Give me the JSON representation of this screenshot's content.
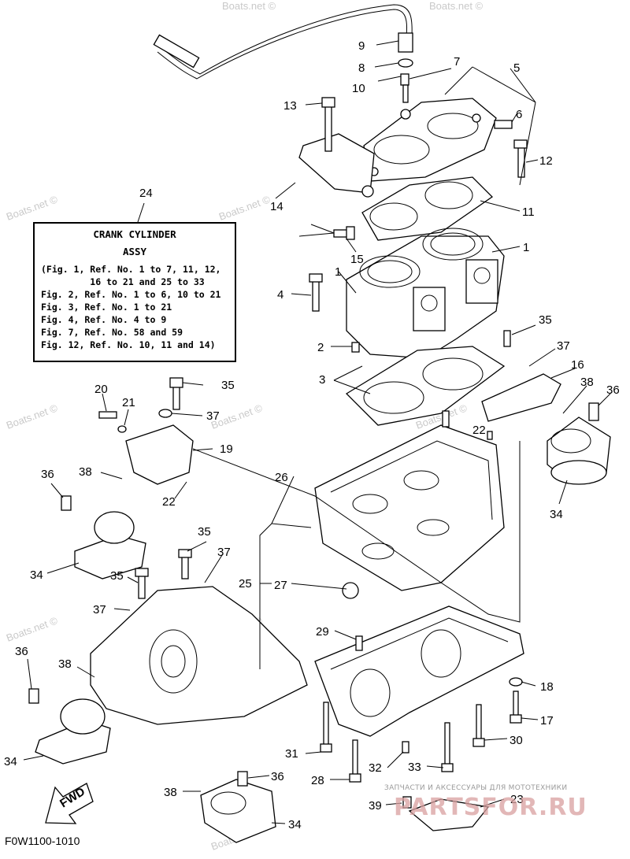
{
  "note": {
    "title": "CRANK CYLINDER",
    "subtitle": "ASSY",
    "lines": [
      "(Fig. 1, Ref. No. 1 to 7, 11, 12,",
      "         16 to 21 and 25 to 33",
      "Fig. 2, Ref. No. 1 to 6, 10 to 21",
      "Fig. 3, Ref. No. 1 to 21",
      "Fig. 4, Ref. No. 4 to 9",
      "Fig. 7, Ref. No. 58 and 59",
      "Fig. 12, Ref. No. 10, 11 and 14)"
    ]
  },
  "callouts": [
    "9",
    "8",
    "7",
    "10",
    "5",
    "13",
    "6",
    "12",
    "14",
    "24",
    "11",
    "15",
    "1",
    "1",
    "4",
    "2",
    "35",
    "37",
    "16",
    "3",
    "38",
    "36",
    "20",
    "35",
    "21",
    "37",
    "19",
    "22",
    "26",
    "36",
    "38",
    "22",
    "34",
    "34",
    "35",
    "37",
    "25",
    "27",
    "35",
    "37",
    "29",
    "36",
    "38",
    "18",
    "17",
    "31",
    "30",
    "32",
    "33",
    "28",
    "34",
    "36",
    "38",
    "39",
    "23",
    "34"
  ],
  "watermark": "Boats.net ©",
  "fwd_label": "FWD",
  "figure_code": "F0W1100-1010",
  "brand": {
    "tagline": "ЗАПЧАСТИ И АКСЕССУАРЫ ДЛЯ МОТОТЕХНИКИ",
    "name": "PARTSFOR.RU"
  }
}
